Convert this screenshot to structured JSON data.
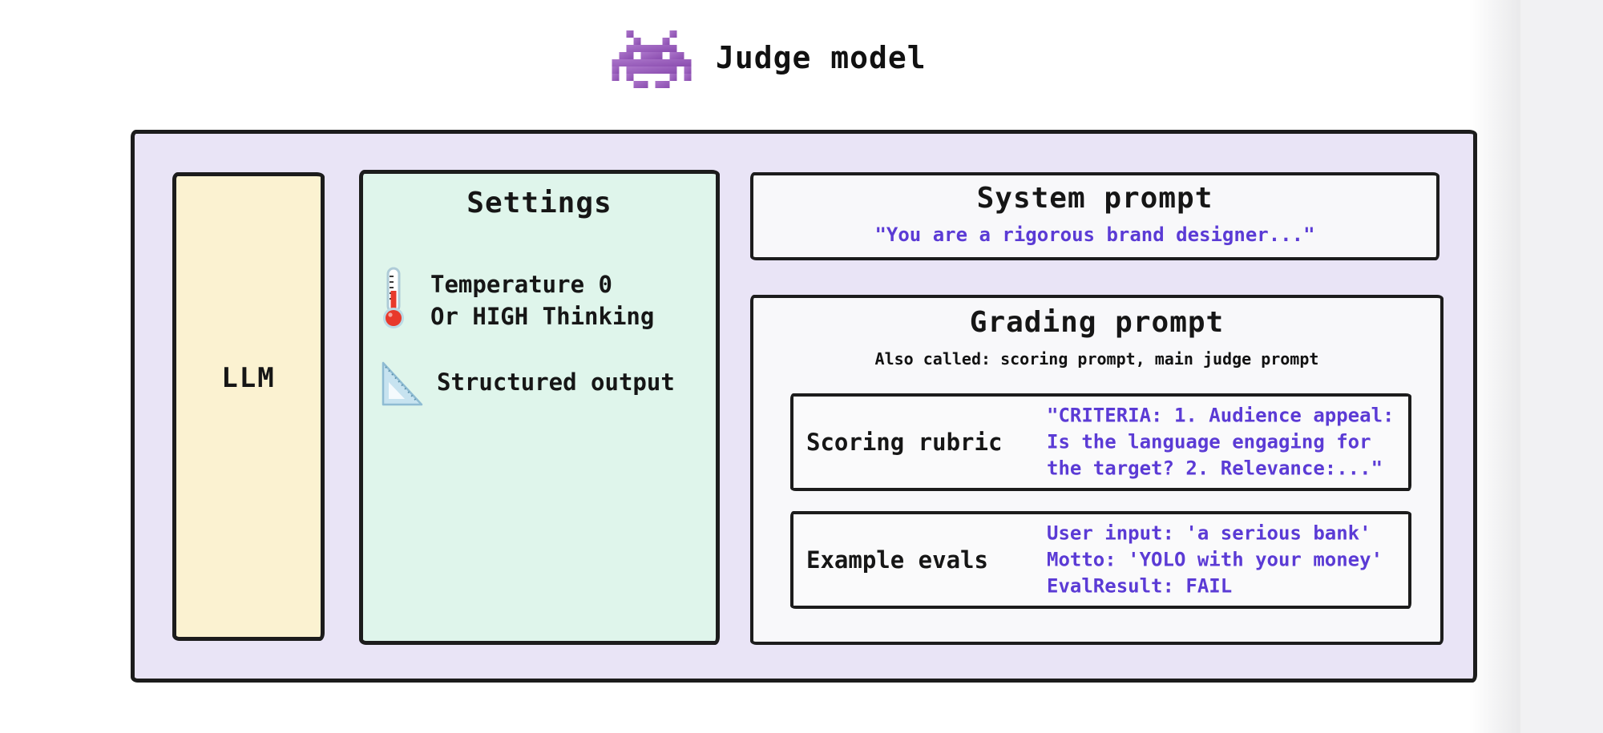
{
  "header": {
    "title": "Judge model",
    "icon": "space-invader-icon"
  },
  "diagram": {
    "llm": {
      "label": "LLM"
    },
    "settings": {
      "title": "Settings",
      "items": [
        {
          "icon": "thermometer-icon",
          "lines": [
            "Temperature 0",
            "Or HIGH Thinking"
          ]
        },
        {
          "icon": "triangle-ruler-icon",
          "lines": [
            "Structured output"
          ]
        }
      ]
    },
    "system_prompt": {
      "title": "System prompt",
      "quote": "\"You are a rigorous brand designer...\""
    },
    "grading_prompt": {
      "title": "Grading prompt",
      "subtitle": "Also called: scoring prompt, main judge prompt",
      "scoring_rubric": {
        "label": "Scoring rubric",
        "quote_lines": [
          "\"CRITERIA: 1. Audience appeal:",
          "Is the language engaging for",
          "the target? 2. Relevance:...\""
        ]
      },
      "example_evals": {
        "label": "Example evals",
        "lines": [
          "User input: 'a serious bank'",
          "Motto: 'YOLO with your money'",
          "EvalResult: FAIL"
        ]
      }
    },
    "colors": {
      "outer_bg": "#e9e4f6",
      "llm_bg": "#fbf2d1",
      "settings_bg": "#dff5eb",
      "panel_bg": "#f8f8fa",
      "border": "#1c1c1c",
      "accent_text": "#5b3bd5",
      "invader_purple": "#9b59b6"
    }
  }
}
